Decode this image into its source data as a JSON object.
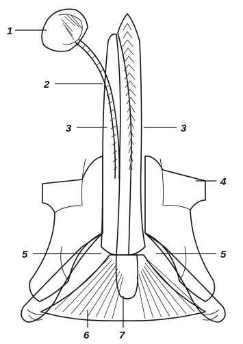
{
  "labels": {
    "l1": "1",
    "l2": "2",
    "l3_left": "3",
    "l3_right": "3",
    "l4": "4",
    "l5_left": "5",
    "l5_right": "5",
    "l6": "6",
    "l7": "7"
  }
}
